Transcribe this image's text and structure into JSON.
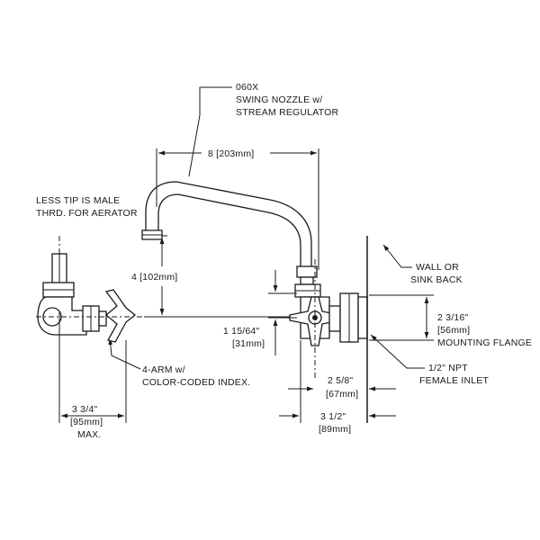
{
  "callouts": {
    "nozzle_code": "060X",
    "nozzle_desc_1": "SWING NOZZLE w/",
    "nozzle_desc_2": "STREAM REGULATOR",
    "tip_note_1": "LESS TIP IS MALE",
    "tip_note_2": "THRD. FOR AERATOR",
    "handle_note_1": "4-ARM w/",
    "handle_note_2": "COLOR-CODED INDEX.",
    "wall_note_1": "WALL OR",
    "wall_note_2": "SINK BACK",
    "inlet_note_1": "1/2\" NPT",
    "inlet_note_2": "FEMALE INLET"
  },
  "dimensions": {
    "spout_reach": "8 [203mm]",
    "spout_height": "4 [102mm]",
    "flange_height_in": "2 3/16\"",
    "flange_height_mm": "[56mm]",
    "flange_label": "MOUNTING FLANGE",
    "center_height_in": "1 15/64\"",
    "center_height_mm": "[31mm]",
    "center_offset_in": "2 5/8\"",
    "center_offset_mm": "[67mm]",
    "overall_depth_in": "3 1/2\"",
    "overall_depth_mm": "[89mm]",
    "side_depth_in": "3 3/4\"",
    "side_depth_mm": "[95mm]",
    "side_depth_max": "MAX."
  },
  "colors": {
    "line": "#1a1a1a",
    "background": "#ffffff"
  }
}
